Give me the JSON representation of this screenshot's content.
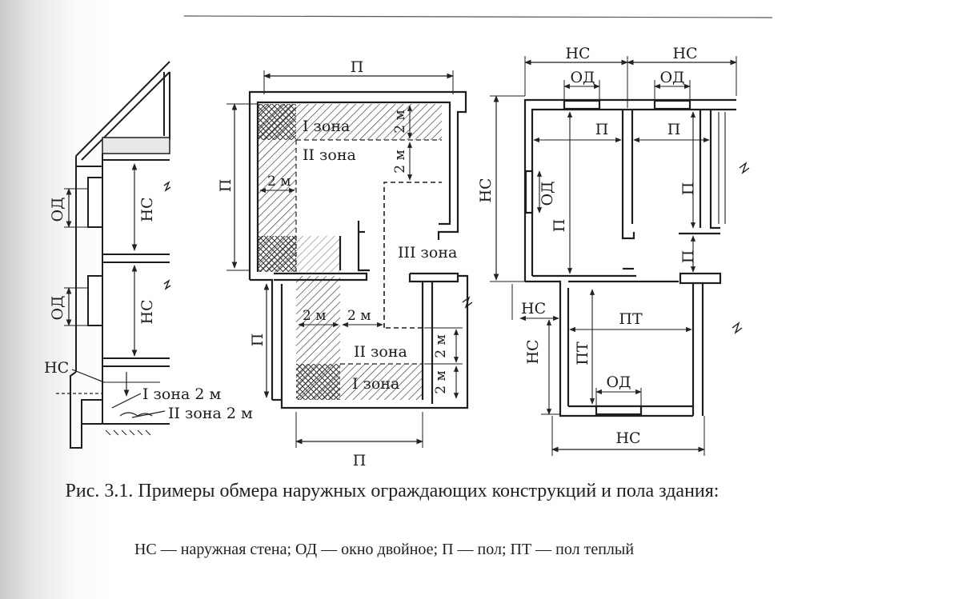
{
  "labels": {
    "ns": "НС",
    "od": "ОД",
    "p": "П",
    "pt": "ПТ",
    "zone1": "I зона",
    "zone2": "II зона",
    "zone3": "III зона",
    "two_m": "2 м",
    "zone1_2m": "I зона 2 м",
    "zone2_2m": "II зона 2 м"
  },
  "caption": {
    "title": "Рис. 3.1. Примеры обмера наружных ограждающих конструкций и пола здания:",
    "legend": "НС — наружная стена; ОД — окно двойное; П — пол; ПТ — пол теплый"
  }
}
